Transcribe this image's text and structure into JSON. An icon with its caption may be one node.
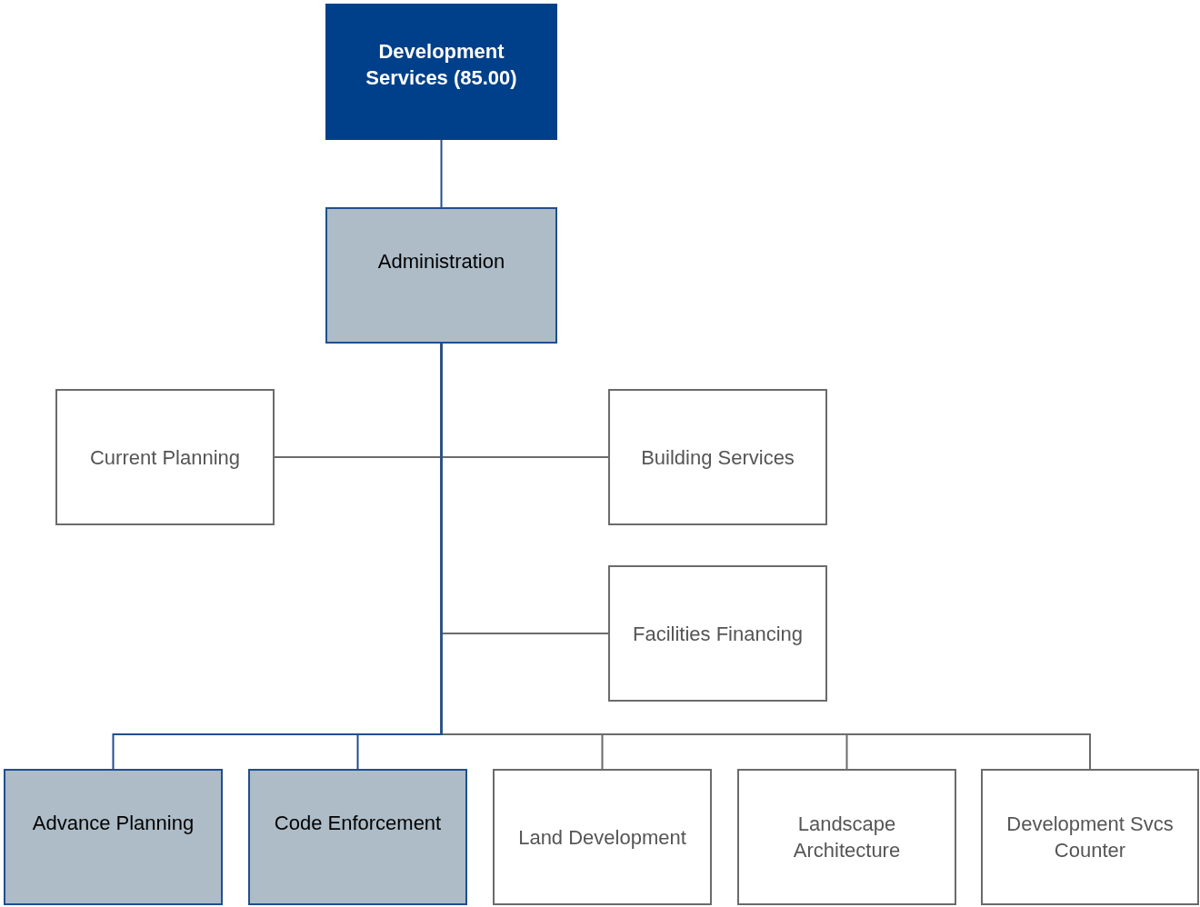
{
  "diagram": {
    "nodes": [
      {
        "text": [
          "Development Services (85.00)"
        ]
      },
      {
        "text": [
          "Administration"
        ]
      },
      {
        "text": [
          "Current Planning"
        ]
      },
      {
        "text": [
          "Building Services"
        ]
      },
      {
        "text": [
          "Facilities Financing"
        ]
      },
      {
        "text": [
          "Advance Planning"
        ]
      },
      {
        "text": [
          "Code Enforcement"
        ]
      },
      {
        "text": [
          "Land Development"
        ]
      },
      {
        "text": [
          "Landscape Architecture"
        ]
      },
      {
        "text": [
          "Development Svcs Counter"
        ]
      }
    ],
    "edges": [
      {
        "from": 0,
        "to": 1,
        "arrow": "none",
        "color": "#1f4f8f"
      },
      {
        "from": 1,
        "to": 2,
        "arrow": "none"
      },
      {
        "from": 1,
        "to": 3,
        "arrow": "none"
      },
      {
        "from": 1,
        "to": 4,
        "arrow": "none"
      },
      {
        "from": 1,
        "to": 5,
        "arrow": "none",
        "color": "#1f4f8f"
      },
      {
        "from": 1,
        "to": 6,
        "arrow": "none",
        "color": "#1f4f8f"
      },
      {
        "from": 1,
        "to": 7,
        "arrow": "none"
      },
      {
        "from": 1,
        "to": 8,
        "arrow": "none"
      },
      {
        "from": 1,
        "to": 9,
        "arrow": "none"
      }
    ]
  }
}
